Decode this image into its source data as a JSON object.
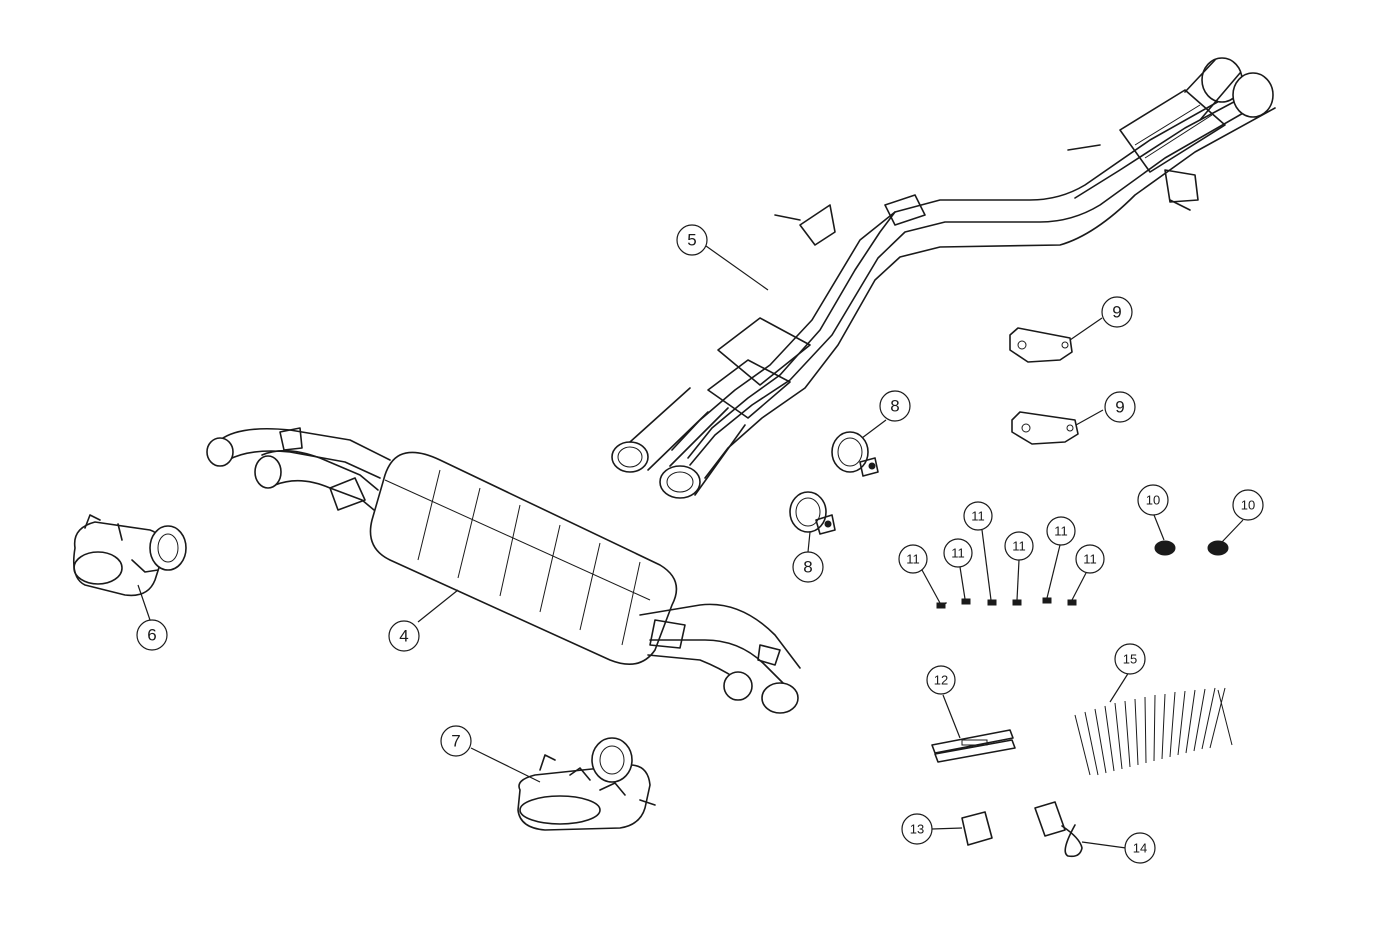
{
  "callouts": [
    {
      "id": "c4",
      "label": "4"
    },
    {
      "id": "c5",
      "label": "5"
    },
    {
      "id": "c6",
      "label": "6"
    },
    {
      "id": "c7",
      "label": "7"
    },
    {
      "id": "c8a",
      "label": "8"
    },
    {
      "id": "c8b",
      "label": "8"
    },
    {
      "id": "c9a",
      "label": "9"
    },
    {
      "id": "c9b",
      "label": "9"
    },
    {
      "id": "c10a",
      "label": "10"
    },
    {
      "id": "c10b",
      "label": "10"
    },
    {
      "id": "c11a",
      "label": "11"
    },
    {
      "id": "c11b",
      "label": "11"
    },
    {
      "id": "c11c",
      "label": "11"
    },
    {
      "id": "c11d",
      "label": "11"
    },
    {
      "id": "c11e",
      "label": "11"
    },
    {
      "id": "c11f",
      "label": "11"
    },
    {
      "id": "c12",
      "label": "12"
    },
    {
      "id": "c13",
      "label": "13"
    },
    {
      "id": "c14",
      "label": "14"
    },
    {
      "id": "c15",
      "label": "15"
    }
  ]
}
